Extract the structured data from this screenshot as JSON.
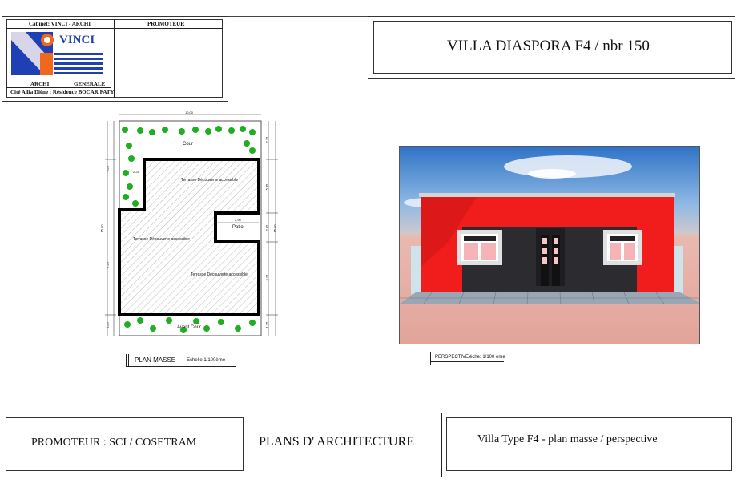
{
  "cartouche": {
    "cabinet": "Cabinet:  VINCI - ARCHI",
    "promoteur_header": "PROMOTEUR",
    "logo_text": "VINCI",
    "archi": "ARCHI",
    "generale": "GENERALE",
    "address": "Cité Allia Diène :  Résidence  BOCAR  FATY"
  },
  "project_title": "VILLA  DIASPORA  F4 / nbr 150",
  "plan_masse": {
    "caption": "PLAN  MASSE",
    "scale": "Echelle:1/100ème",
    "cour": "Cour",
    "avant_cour": "Avant  Cour",
    "patio": "Patio",
    "terrasse_1": "Terrasse Découverte accessible",
    "terrasse_2": "Terrasse Découverte accessible",
    "terrasse_3": "Terrasse Découverte accessible",
    "dims": {
      "top": "10,00",
      "left_top": "8,25",
      "left_total": "15,00",
      "left_bottom": "1,25",
      "notch": "2,25",
      "right_a": "2,25",
      "right_b": "5,85",
      "right_c": "2,85",
      "right_d": "5,25",
      "right_e": "1,25",
      "right_total": "15,00",
      "left_mid": "7,25",
      "patio_w": "2,95"
    }
  },
  "perspective": {
    "caption": "PERSPECTIVE",
    "scale": "éche: 1/100 ème"
  },
  "footer": {
    "promoteur": "PROMOTEUR : SCI / COSETRAM",
    "plans": "PLANS D' ARCHITECTURE",
    "villa_type": "Villa  Type F4 - plan  masse / perspective"
  },
  "colors": {
    "wall_red": "#f11d1d",
    "tree_green": "#1fae1f",
    "logo_blue": "#1f3fb5",
    "logo_orange": "#f0671e"
  }
}
